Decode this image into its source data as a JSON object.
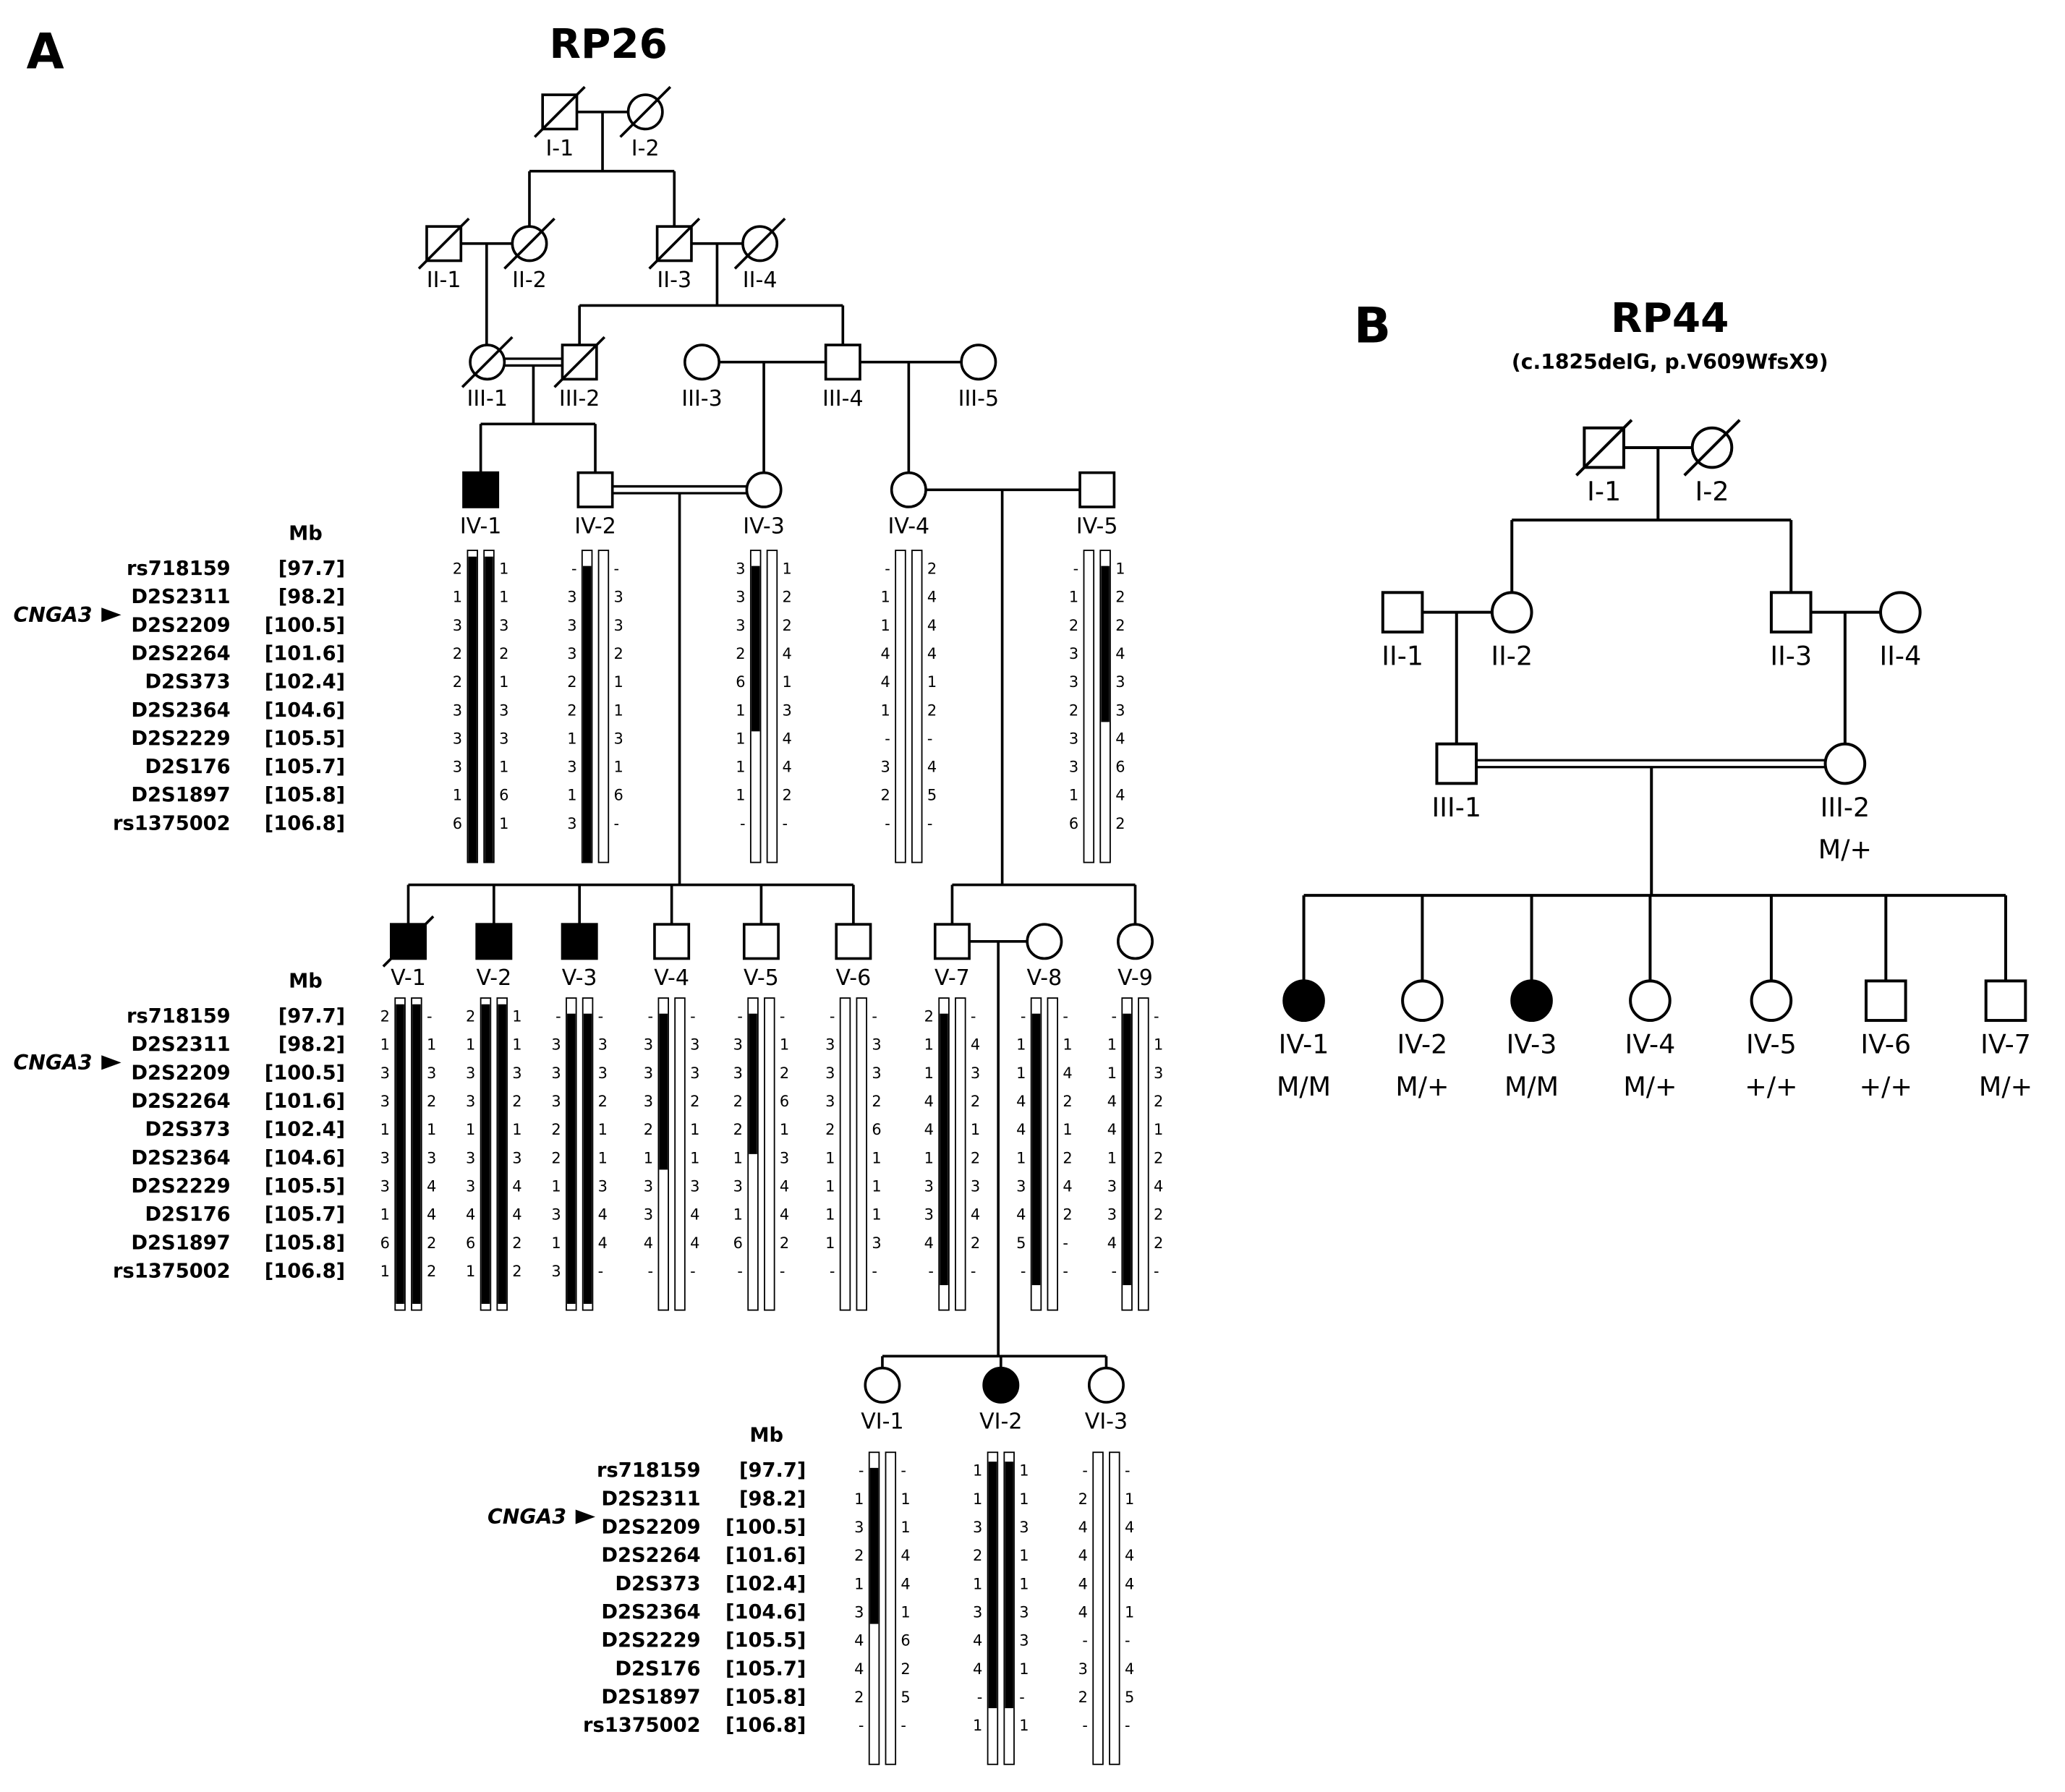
{
  "figure": {
    "panel_a": {
      "panel_label": "A",
      "title": "RP26",
      "gene_label": "CNGA3",
      "mb_header": "Mb",
      "markers": [
        {
          "name": "rs718159",
          "mb": "[97.7]"
        },
        {
          "name": "D2S2311",
          "mb": "[98.2]"
        },
        {
          "name": "D2S2209",
          "mb": "[100.5]"
        },
        {
          "name": "D2S2264",
          "mb": "[101.6]"
        },
        {
          "name": "D2S373",
          "mb": "[102.4]"
        },
        {
          "name": "D2S2364",
          "mb": "[104.6]"
        },
        {
          "name": "D2S2229",
          "mb": "[105.5]"
        },
        {
          "name": "D2S176",
          "mb": "[105.7]"
        },
        {
          "name": "D2S1897",
          "mb": "[105.8]"
        },
        {
          "name": "rs1375002",
          "mb": "[106.8]"
        }
      ],
      "individuals": [
        {
          "id": "I-1",
          "label": "I-1",
          "sex": "M",
          "affected": false,
          "deceased": true
        },
        {
          "id": "I-2",
          "label": "I-2",
          "sex": "F",
          "affected": false,
          "deceased": true
        },
        {
          "id": "II-1",
          "label": "II-1",
          "sex": "M",
          "affected": false,
          "deceased": true
        },
        {
          "id": "II-2",
          "label": "II-2",
          "sex": "F",
          "affected": false,
          "deceased": true
        },
        {
          "id": "II-3",
          "label": "II-3",
          "sex": "M",
          "affected": false,
          "deceased": true
        },
        {
          "id": "II-4",
          "label": "II-4",
          "sex": "F",
          "affected": false,
          "deceased": true
        },
        {
          "id": "III-1",
          "label": "III-1",
          "sex": "F",
          "affected": false,
          "deceased": true
        },
        {
          "id": "III-2",
          "label": "III-2",
          "sex": "M",
          "affected": false,
          "deceased": true
        },
        {
          "id": "III-3",
          "label": "III-3",
          "sex": "F",
          "affected": false,
          "deceased": false
        },
        {
          "id": "III-4",
          "label": "III-4",
          "sex": "M",
          "affected": false,
          "deceased": false
        },
        {
          "id": "III-5",
          "label": "III-5",
          "sex": "F",
          "affected": false,
          "deceased": false
        },
        {
          "id": "IV-1",
          "label": "IV-1",
          "sex": "M",
          "affected": true,
          "deceased": false
        },
        {
          "id": "IV-2",
          "label": "IV-2",
          "sex": "M",
          "affected": false,
          "deceased": false
        },
        {
          "id": "IV-3",
          "label": "IV-3",
          "sex": "F",
          "affected": false,
          "deceased": false
        },
        {
          "id": "IV-4",
          "label": "IV-4",
          "sex": "F",
          "affected": false,
          "deceased": false
        },
        {
          "id": "IV-5",
          "label": "IV-5",
          "sex": "M",
          "affected": false,
          "deceased": false
        },
        {
          "id": "V-1",
          "label": "V-1",
          "sex": "M",
          "affected": true,
          "deceased": true
        },
        {
          "id": "V-2",
          "label": "V-2",
          "sex": "M",
          "affected": true,
          "deceased": false
        },
        {
          "id": "V-3",
          "label": "V-3",
          "sex": "M",
          "affected": true,
          "deceased": false
        },
        {
          "id": "V-4",
          "label": "V-4",
          "sex": "M",
          "affected": false,
          "deceased": false
        },
        {
          "id": "V-5",
          "label": "V-5",
          "sex": "M",
          "affected": false,
          "deceased": false
        },
        {
          "id": "V-6",
          "label": "V-6",
          "sex": "M",
          "affected": false,
          "deceased": false
        },
        {
          "id": "V-7",
          "label": "V-7",
          "sex": "M",
          "affected": false,
          "deceased": false
        },
        {
          "id": "V-8",
          "label": "V-8",
          "sex": "F",
          "affected": false,
          "deceased": false
        },
        {
          "id": "V-9",
          "label": "V-9",
          "sex": "F",
          "affected": false,
          "deceased": false
        },
        {
          "id": "VI-1",
          "label": "VI-1",
          "sex": "F",
          "affected": false,
          "deceased": false
        },
        {
          "id": "VI-2",
          "label": "VI-2",
          "sex": "F",
          "affected": true,
          "deceased": false
        },
        {
          "id": "VI-3",
          "label": "VI-3",
          "sex": "F",
          "affected": false,
          "deceased": false
        }
      ],
      "haplotypes": {
        "IV-1": {
          "left": [
            "2",
            "1",
            "3",
            "2",
            "2",
            "3",
            "3",
            "3",
            "1",
            "6"
          ],
          "right": [
            "1",
            "1",
            "3",
            "2",
            "1",
            "3",
            "3",
            "1",
            "6",
            "1"
          ],
          "black_left": [
            [
              0.02,
              1
            ]
          ],
          "black_right": [
            [
              0.02,
              1
            ]
          ]
        },
        "IV-2": {
          "left": [
            "-",
            "3",
            "3",
            "3",
            "2",
            "2",
            "1",
            "3",
            "1",
            "3"
          ],
          "right": [
            "-",
            "3",
            "3",
            "2",
            "1",
            "1",
            "3",
            "1",
            "6",
            "-"
          ],
          "black_left": [
            [
              0.05,
              1
            ]
          ],
          "black_right": []
        },
        "IV-3": {
          "left": [
            "3",
            "3",
            "3",
            "2",
            "6",
            "1",
            "1",
            "1",
            "1",
            "-"
          ],
          "right": [
            "1",
            "2",
            "2",
            "4",
            "1",
            "3",
            "4",
            "4",
            "2",
            "-"
          ],
          "black_left": [
            [
              0.05,
              0.58
            ]
          ],
          "black_right": []
        },
        "IV-4": {
          "left": [
            "-",
            "1",
            "1",
            "4",
            "4",
            "1",
            "-",
            "3",
            "2",
            "-"
          ],
          "right": [
            "2",
            "4",
            "4",
            "4",
            "1",
            "2",
            "-",
            "4",
            "5",
            "-"
          ],
          "black_left": [],
          "black_right": []
        },
        "IV-5": {
          "left": [
            "-",
            "1",
            "2",
            "3",
            "3",
            "2",
            "3",
            "3",
            "1",
            "6"
          ],
          "right": [
            "1",
            "2",
            "2",
            "4",
            "3",
            "3",
            "4",
            "6",
            "4",
            "2"
          ],
          "black_left": [],
          "black_right": [
            [
              0.05,
              0.55
            ]
          ]
        },
        "V-1": {
          "left": [
            "2",
            "1",
            "3",
            "3",
            "1",
            "3",
            "3",
            "1",
            "6",
            "1"
          ],
          "right": [
            "-",
            "1",
            "3",
            "2",
            "1",
            "3",
            "4",
            "4",
            "2",
            "2"
          ],
          "black_left": [
            [
              0.02,
              0.98
            ]
          ],
          "black_right": [
            [
              0.02,
              0.98
            ]
          ]
        },
        "V-2": {
          "left": [
            "2",
            "1",
            "3",
            "3",
            "1",
            "3",
            "3",
            "4",
            "6",
            "1"
          ],
          "right": [
            "1",
            "1",
            "3",
            "2",
            "1",
            "3",
            "4",
            "4",
            "2",
            "2"
          ],
          "black_left": [
            [
              0.02,
              0.98
            ]
          ],
          "black_right": [
            [
              0.02,
              0.98
            ]
          ]
        },
        "V-3": {
          "left": [
            "-",
            "3",
            "3",
            "3",
            "2",
            "2",
            "1",
            "3",
            "1",
            "3"
          ],
          "right": [
            "-",
            "3",
            "3",
            "2",
            "1",
            "1",
            "3",
            "4",
            "4",
            "-"
          ],
          "black_left": [
            [
              0.05,
              0.98
            ]
          ],
          "black_right": [
            [
              0.05,
              0.98
            ]
          ]
        },
        "V-4": {
          "left": [
            "-",
            "3",
            "3",
            "3",
            "2",
            "1",
            "3",
            "3",
            "4",
            "-"
          ],
          "right": [
            "-",
            "3",
            "3",
            "2",
            "1",
            "1",
            "3",
            "4",
            "4",
            "-"
          ],
          "black_left": [
            [
              0.05,
              0.55
            ]
          ],
          "black_right": []
        },
        "V-5": {
          "left": [
            "-",
            "3",
            "3",
            "2",
            "2",
            "1",
            "3",
            "1",
            "6",
            "-"
          ],
          "right": [
            "-",
            "1",
            "2",
            "6",
            "1",
            "3",
            "4",
            "4",
            "2",
            "-"
          ],
          "black_left": [
            [
              0.05,
              0.5
            ]
          ],
          "black_right": []
        },
        "V-6": {
          "left": [
            "-",
            "3",
            "3",
            "3",
            "2",
            "1",
            "1",
            "1",
            "1",
            "-"
          ],
          "right": [
            "-",
            "3",
            "3",
            "2",
            "6",
            "1",
            "1",
            "1",
            "3",
            "-"
          ],
          "black_left": [],
          "black_right": []
        },
        "V-7": {
          "left": [
            "2",
            "1",
            "1",
            "4",
            "4",
            "1",
            "3",
            "3",
            "4",
            "-"
          ],
          "right": [
            "-",
            "4",
            "3",
            "2",
            "1",
            "2",
            "3",
            "4",
            "2",
            "-"
          ],
          "black_left": [
            [
              0.05,
              0.92
            ]
          ],
          "black_right": []
        },
        "V-8": {
          "left": [
            "-",
            "1",
            "1",
            "4",
            "4",
            "1",
            "3",
            "4",
            "5",
            "-"
          ],
          "right": [
            "-",
            "1",
            "4",
            "2",
            "1",
            "2",
            "4",
            "2",
            "-",
            "-"
          ],
          "black_left": [
            [
              0.05,
              0.92
            ]
          ],
          "black_right": []
        },
        "V-9": {
          "left": [
            "-",
            "1",
            "1",
            "4",
            "4",
            "1",
            "3",
            "3",
            "4",
            "-"
          ],
          "right": [
            "-",
            "1",
            "3",
            "2",
            "1",
            "2",
            "4",
            "2",
            "2",
            "-"
          ],
          "black_left": [
            [
              0.05,
              0.92
            ]
          ],
          "black_right": []
        },
        "VI-1": {
          "left": [
            "-",
            "1",
            "3",
            "2",
            "1",
            "3",
            "4",
            "4",
            "2",
            "-"
          ],
          "right": [
            "-",
            "1",
            "1",
            "4",
            "4",
            "1",
            "6",
            "2",
            "5",
            "-"
          ],
          "black_left": [
            [
              0.05,
              0.55
            ]
          ],
          "black_right": []
        },
        "VI-2": {
          "left": [
            "1",
            "1",
            "3",
            "2",
            "1",
            "3",
            "4",
            "4",
            "-",
            "1"
          ],
          "right": [
            "1",
            "1",
            "3",
            "1",
            "1",
            "3",
            "3",
            "1",
            "-",
            "1"
          ],
          "black_left": [
            [
              0.03,
              0.82
            ]
          ],
          "black_right": [
            [
              0.03,
              0.82
            ]
          ]
        },
        "VI-3": {
          "left": [
            "-",
            "2",
            "4",
            "4",
            "4",
            "4",
            "-",
            "3",
            "2",
            "-"
          ],
          "right": [
            "-",
            "1",
            "4",
            "4",
            "4",
            "1",
            "-",
            "4",
            "5",
            "-"
          ],
          "black_left": [],
          "black_right": []
        }
      }
    },
    "panel_b": {
      "panel_label": "B",
      "title": "RP44",
      "subtitle": "(c.1825delG, p.V609WfsX9)",
      "individuals": [
        {
          "id": "I-1",
          "label": "I-1",
          "sex": "M",
          "affected": false,
          "deceased": true,
          "genotype": ""
        },
        {
          "id": "I-2",
          "label": "I-2",
          "sex": "F",
          "affected": false,
          "deceased": true,
          "genotype": ""
        },
        {
          "id": "II-1",
          "label": "II-1",
          "sex": "M",
          "affected": false,
          "deceased": false,
          "genotype": ""
        },
        {
          "id": "II-2",
          "label": "II-2",
          "sex": "F",
          "affected": false,
          "deceased": false,
          "genotype": ""
        },
        {
          "id": "II-3",
          "label": "II-3",
          "sex": "M",
          "affected": false,
          "deceased": false,
          "genotype": ""
        },
        {
          "id": "II-4",
          "label": "II-4",
          "sex": "F",
          "affected": false,
          "deceased": false,
          "genotype": ""
        },
        {
          "id": "III-1",
          "label": "III-1",
          "sex": "M",
          "affected": false,
          "deceased": false,
          "genotype": ""
        },
        {
          "id": "III-2",
          "label": "III-2",
          "sex": "F",
          "affected": false,
          "deceased": false,
          "genotype": "M/+"
        },
        {
          "id": "IV-1",
          "label": "IV-1",
          "sex": "F",
          "affected": true,
          "deceased": false,
          "genotype": "M/M"
        },
        {
          "id": "IV-2",
          "label": "IV-2",
          "sex": "F",
          "affected": false,
          "deceased": false,
          "genotype": "M/+"
        },
        {
          "id": "IV-3",
          "label": "IV-3",
          "sex": "F",
          "affected": true,
          "deceased": false,
          "genotype": "M/M"
        },
        {
          "id": "IV-4",
          "label": "IV-4",
          "sex": "F",
          "affected": false,
          "deceased": false,
          "genotype": "M/+"
        },
        {
          "id": "IV-5",
          "label": "IV-5",
          "sex": "F",
          "affected": false,
          "deceased": false,
          "genotype": "+/+"
        },
        {
          "id": "IV-6",
          "label": "IV-6",
          "sex": "M",
          "affected": false,
          "deceased": false,
          "genotype": "+/+"
        },
        {
          "id": "IV-7",
          "label": "IV-7",
          "sex": "M",
          "affected": false,
          "deceased": false,
          "genotype": "M/+"
        }
      ]
    },
    "colors": {
      "line": "#000000",
      "affected_fill": "#000000",
      "unaffected_fill": "#ffffff"
    }
  }
}
